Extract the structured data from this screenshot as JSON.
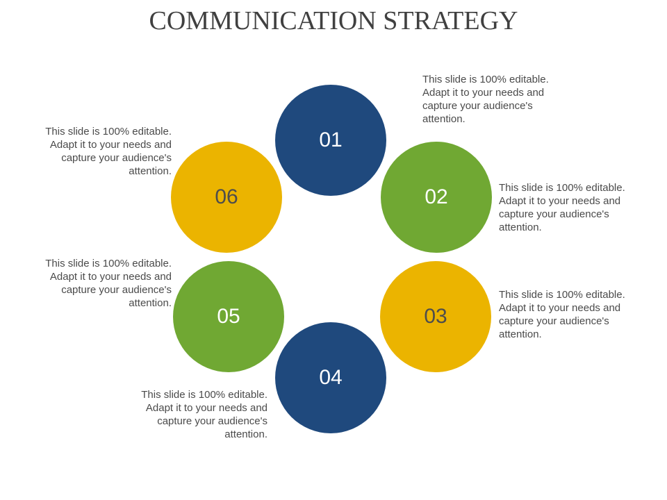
{
  "title": "COMMUNICATION STRATEGY",
  "colors": {
    "blue": "#1f497d",
    "green": "#70a833",
    "yellow": "#ebb400"
  },
  "steps": [
    {
      "number": "01",
      "color": "blue",
      "text": "This slide is 100% editable. Adapt it to your needs and capture your audience's attention."
    },
    {
      "number": "02",
      "color": "green",
      "text": "This slide is 100% editable. Adapt it to your needs and capture your audience's attention."
    },
    {
      "number": "03",
      "color": "yellow",
      "text": "This slide is 100% editable. Adapt it to your needs and capture your audience's attention."
    },
    {
      "number": "04",
      "color": "blue",
      "text": "This slide is 100% editable. Adapt it to your needs and capture your audience's attention."
    },
    {
      "number": "05",
      "color": "green",
      "text": "This slide is 100% editable. Adapt it to your needs and capture your audience's attention."
    },
    {
      "number": "06",
      "color": "yellow",
      "text": "This slide is 100% editable. Adapt it to your needs and capture your audience's attention."
    }
  ]
}
